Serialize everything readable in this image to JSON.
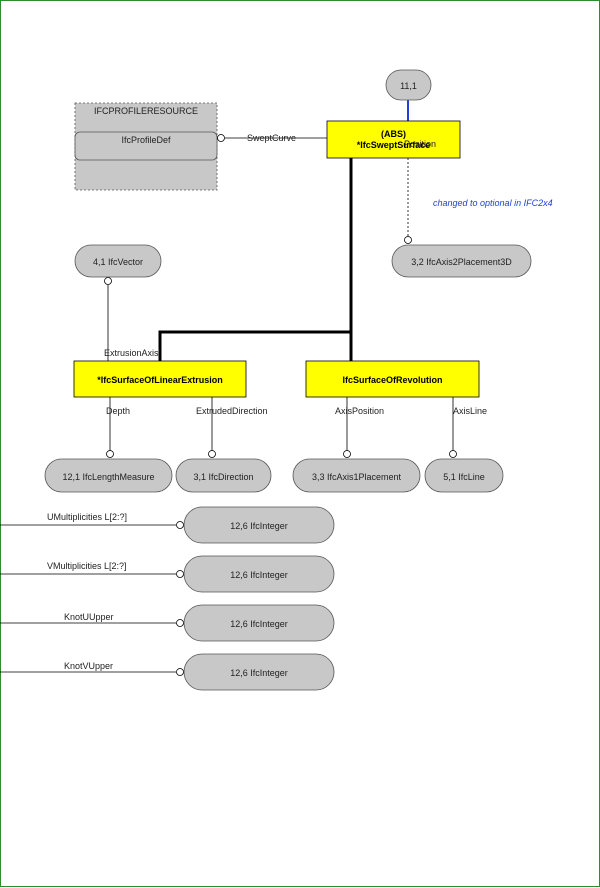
{
  "colors": {
    "frame": "#2e8b2e",
    "entity_fill": "#ffff00",
    "type_fill": "#c8c8c8",
    "schema_fill": "#c8c8c8",
    "relation_blue": "#1f3fd6",
    "note_text": "#1f3fd6"
  },
  "schema_box": {
    "title": "IFCPROFILERESOURCE",
    "item": "IfcProfileDef"
  },
  "page_ref": {
    "label": "11,1"
  },
  "entities": {
    "swept_surface": {
      "line1": "(ABS)",
      "line2": "*IfcSweptSurface"
    },
    "linear_extrusion": {
      "label": "*IfcSurfaceOfLinearExtrusion"
    },
    "revolution": {
      "label": "IfcSurfaceOfRevolution"
    }
  },
  "type_nodes": {
    "axis2placement3d": "3,2 IfcAxis2Placement3D",
    "vector": "4,1 IfcVector",
    "length_measure": "12,1 IfcLengthMeasure",
    "direction": "3,1 IfcDirection",
    "axis1placement": "3,3 IfcAxis1Placement",
    "line": "5,1 IfcLine",
    "integer_1": "12,6 IfcInteger",
    "integer_2": "12,6 IfcInteger",
    "integer_3": "12,6 IfcInteger",
    "integer_4": "12,6 IfcInteger"
  },
  "relations": {
    "swept_curve": "SweptCurve",
    "position": "Position",
    "extrusion_axis": "ExtrusionAxis",
    "depth": "Depth",
    "extruded_direction": "ExtrudedDirection",
    "axis_position": "AxisPosition",
    "axis_line": "AxisLine",
    "u_multiplicities": "UMultiplicities L[2:?]",
    "v_multiplicities": "VMultiplicities L[2:?]",
    "knot_u_upper": "KnotUUpper",
    "knot_v_upper": "KnotVUpper"
  },
  "note": "changed to optional in IFC2x4"
}
